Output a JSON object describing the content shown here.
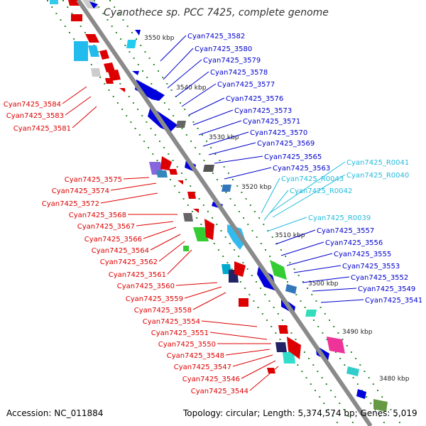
{
  "header": {
    "title": "Cyanothece sp. PCC 7425, complete genome"
  },
  "footer": {
    "accession": "Accession: NC_011884",
    "summary": "Topology: circular; Length: 5,374,574 bp; Genes: 5,019"
  },
  "colors": {
    "backbone": "#8a8a8a",
    "dots": "#2e8b2e",
    "label_plus": "#0000cc",
    "label_minus": "#dd0000",
    "label_rna": "#22bbdd",
    "tick": "#222222"
  },
  "ticks": [
    {
      "label": "3550 kbp"
    },
    {
      "label": "3540 kbp"
    },
    {
      "label": "3530 kbp"
    },
    {
      "label": "3520 kbp"
    },
    {
      "label": "3510 kbp"
    },
    {
      "label": "3500 kbp"
    },
    {
      "label": "3490 kbp"
    },
    {
      "label": "3480 kbp"
    }
  ],
  "labels_plus": [
    {
      "text": "Cyan7425_3582",
      "kind": "gene"
    },
    {
      "text": "Cyan7425_3580",
      "kind": "gene"
    },
    {
      "text": "Cyan7425_3579",
      "kind": "gene"
    },
    {
      "text": "Cyan7425_3578",
      "kind": "gene"
    },
    {
      "text": "Cyan7425_3577",
      "kind": "gene"
    },
    {
      "text": "Cyan7425_3576",
      "kind": "gene"
    },
    {
      "text": "Cyan7425_3573",
      "kind": "gene"
    },
    {
      "text": "Cyan7425_3571",
      "kind": "gene"
    },
    {
      "text": "Cyan7425_3570",
      "kind": "gene"
    },
    {
      "text": "Cyan7425_3569",
      "kind": "gene"
    },
    {
      "text": "Cyan7425_3565",
      "kind": "gene"
    },
    {
      "text": "Cyan7425_R0041",
      "kind": "rna"
    },
    {
      "text": "Cyan7425_3563",
      "kind": "gene"
    },
    {
      "text": "Cyan7425_R0043",
      "kind": "rna"
    },
    {
      "text": "Cyan7425_R0040",
      "kind": "rna"
    },
    {
      "text": "Cyan7425_R0042",
      "kind": "rna"
    },
    {
      "text": "Cyan7425_R0039",
      "kind": "rna"
    },
    {
      "text": "Cyan7425_3557",
      "kind": "gene"
    },
    {
      "text": "Cyan7425_3556",
      "kind": "gene"
    },
    {
      "text": "Cyan7425_3555",
      "kind": "gene"
    },
    {
      "text": "Cyan7425_3553",
      "kind": "gene"
    },
    {
      "text": "Cyan7425_3552",
      "kind": "gene"
    },
    {
      "text": "Cyan7425_3549",
      "kind": "gene"
    },
    {
      "text": "Cyan7425_3541",
      "kind": "gene"
    }
  ],
  "labels_minus": [
    {
      "text": "Cyan7425_3584"
    },
    {
      "text": "Cyan7425_3583"
    },
    {
      "text": "Cyan7425_3581"
    },
    {
      "text": "Cyan7425_3575"
    },
    {
      "text": "Cyan7425_3574"
    },
    {
      "text": "Cyan7425_3572"
    },
    {
      "text": "Cyan7425_3568"
    },
    {
      "text": "Cyan7425_3567"
    },
    {
      "text": "Cyan7425_3566"
    },
    {
      "text": "Cyan7425_3564"
    },
    {
      "text": "Cyan7425_3562"
    },
    {
      "text": "Cyan7425_3561"
    },
    {
      "text": "Cyan7425_3560"
    },
    {
      "text": "Cyan7425_3559"
    },
    {
      "text": "Cyan7425_3558"
    },
    {
      "text": "Cyan7425_3554"
    },
    {
      "text": "Cyan7425_3551"
    },
    {
      "text": "Cyan7425_3550"
    },
    {
      "text": "Cyan7425_3548"
    },
    {
      "text": "Cyan7425_3547"
    },
    {
      "text": "Cyan7425_3546"
    },
    {
      "text": "Cyan7425_3544"
    }
  ]
}
